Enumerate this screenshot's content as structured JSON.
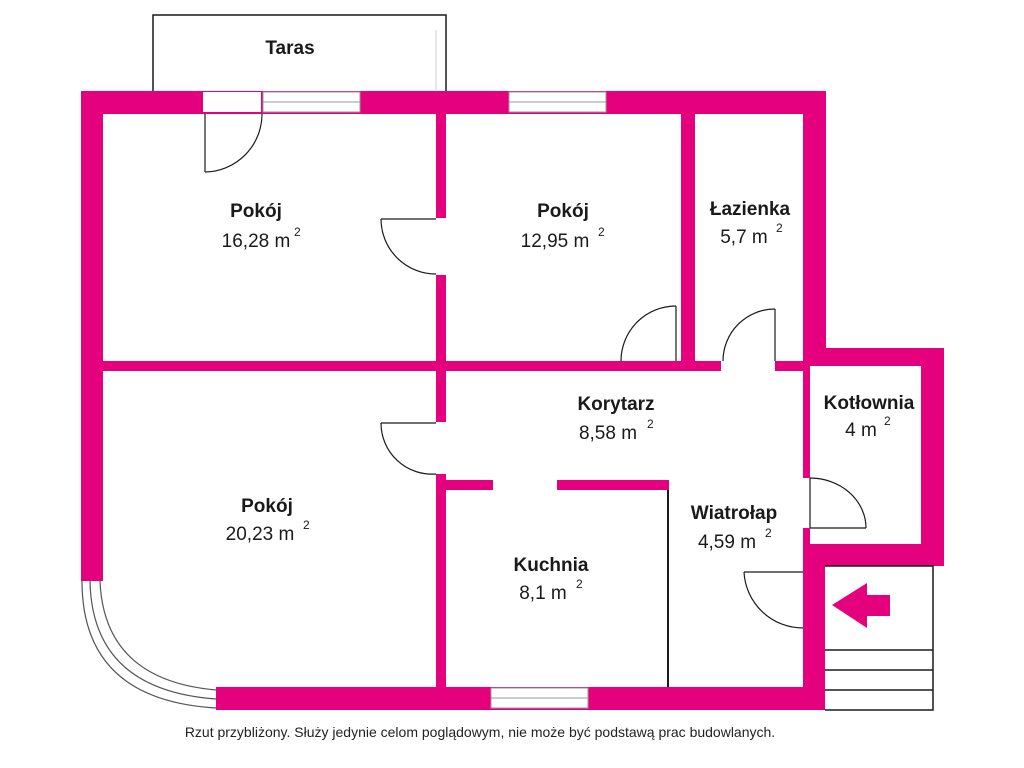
{
  "colors": {
    "wall": "#e5007e",
    "line": "#1a1a1a",
    "window": "#ffffff"
  },
  "terrace": {
    "label": "Taras"
  },
  "rooms": [
    {
      "id": "room-1",
      "name": "Pokój",
      "area": "16,28 m",
      "unit_sup": "2"
    },
    {
      "id": "room-2",
      "name": "Pokój",
      "area": "12,95 m",
      "unit_sup": "2"
    },
    {
      "id": "bathroom",
      "name": "Łazienka",
      "area": "5,7 m",
      "unit_sup": "2"
    },
    {
      "id": "corridor",
      "name": "Korytarz",
      "area": "8,58 m",
      "unit_sup": "2"
    },
    {
      "id": "boiler-room",
      "name": "Kotłownia",
      "area": "4 m",
      "unit_sup": "2"
    },
    {
      "id": "room-3",
      "name": "Pokój",
      "area": "20,23 m",
      "unit_sup": "2"
    },
    {
      "id": "vestibule",
      "name": "Wiatrołap",
      "area": "4,59 m",
      "unit_sup": "2"
    },
    {
      "id": "kitchen",
      "name": "Kuchnia",
      "area": "8,1 m",
      "unit_sup": "2"
    }
  ],
  "entrance_arrow": {
    "icon": "arrow-left-icon"
  },
  "disclaimer": "Rzut przybliżony. Służy jedynie celom poglądowym, nie może być podstawą prac budowlanych."
}
